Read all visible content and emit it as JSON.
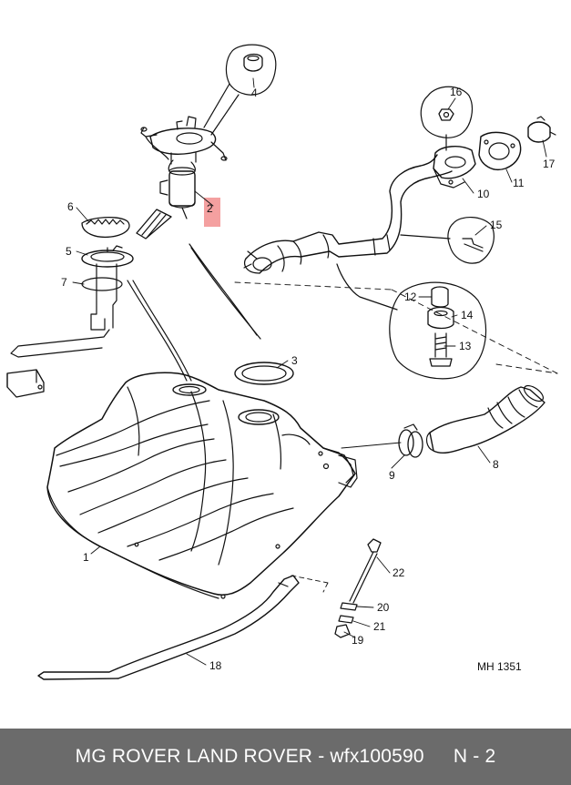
{
  "diagram": {
    "reference": "MH 1351",
    "highlight_color": "#f4a0a0",
    "parts": {
      "p1": "1",
      "p2": "2",
      "p3": "3",
      "p4": "4",
      "p5": "5",
      "p6": "6",
      "p7": "7",
      "p8": "8",
      "p9": "9",
      "p10": "10",
      "p11": "11",
      "p12": "12",
      "p13": "13",
      "p14": "14",
      "p15": "15",
      "p16": "16",
      "p17": "17",
      "p18": "18",
      "p19": "19",
      "p20": "20",
      "p21": "21",
      "p22": "22"
    },
    "highlighted_part": "2"
  },
  "footer": {
    "brand_text": "MG ROVER LAND ROVER - wfx100590",
    "page_text": "N - 2",
    "background": "#6b6b6b"
  }
}
